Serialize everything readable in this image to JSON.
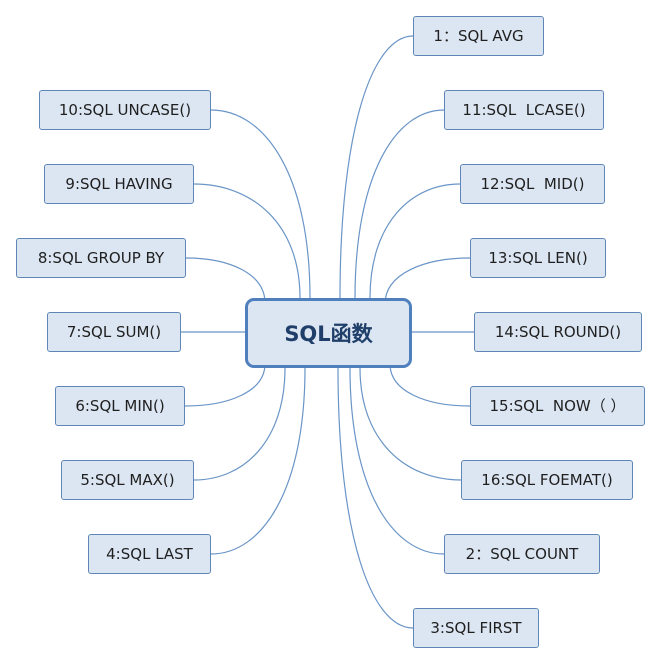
{
  "central": {
    "label": "SQL函数"
  },
  "colors": {
    "node_fill": "#dce6f2",
    "node_border": "#5f86b6",
    "line": "#6a95c7"
  },
  "left_nodes": [
    {
      "label": "10:SQL UNCASE()"
    },
    {
      "label": "9:SQL HAVING"
    },
    {
      "label": "8:SQL GROUP BY"
    },
    {
      "label": "7:SQL SUM()"
    },
    {
      "label": "6:SQL MIN()"
    },
    {
      "label": "5:SQL MAX()"
    },
    {
      "label": "4:SQL LAST"
    }
  ],
  "right_nodes": [
    {
      "label": "1：SQL AVG"
    },
    {
      "label": "11:SQL  LCASE()"
    },
    {
      "label": "12:SQL  MID()"
    },
    {
      "label": "13:SQL LEN()"
    },
    {
      "label": "14:SQL ROUND()"
    },
    {
      "label": "15:SQL  NOW（ ）"
    },
    {
      "label": "16:SQL FOEMAT()"
    },
    {
      "label": "2：SQL COUNT"
    },
    {
      "label": "3:SQL FIRST"
    }
  ]
}
